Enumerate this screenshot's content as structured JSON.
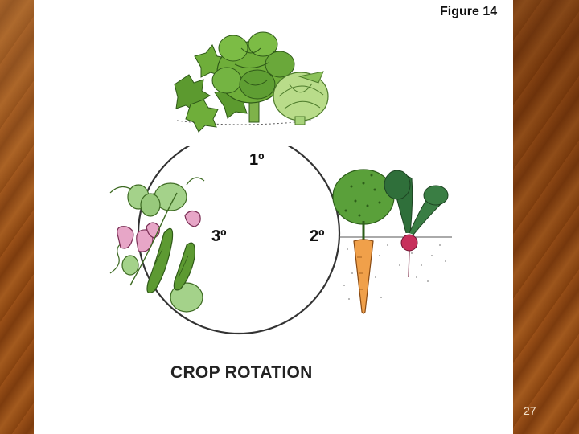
{
  "slide": {
    "figure_label": "Figure 14",
    "caption": "CROP ROTATION",
    "page_number": "27"
  },
  "stages": {
    "first": "1º",
    "second": "2º",
    "third": "3º"
  },
  "colors": {
    "leaf_dark": "#4f8f2a",
    "leaf_light": "#a7d37a",
    "carrot": "#f0a04a",
    "radish": "#c7305c",
    "pea_flower": "#e7a6c7",
    "background": "#8a4412"
  }
}
